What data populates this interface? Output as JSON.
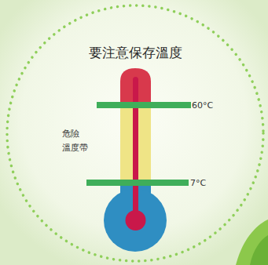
{
  "diagram": {
    "title": "要注意保存溫度",
    "labels": [
      "60°C",
      "7°C",
      "危險 溫度帶"
    ]
  }
}
